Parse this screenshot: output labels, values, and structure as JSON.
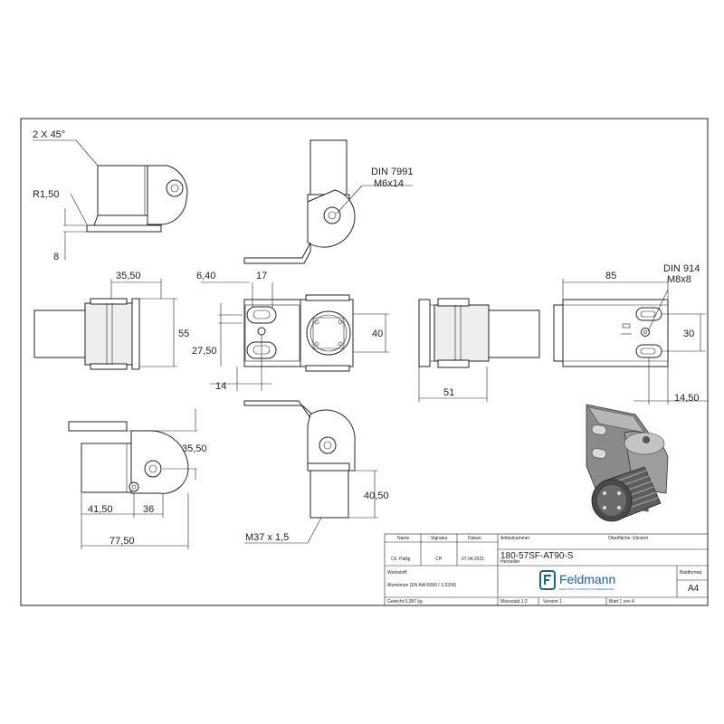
{
  "dimensions": {
    "chamfer": "2 X 45°",
    "radius": "R1,50",
    "thickness": "8",
    "din7991": "DIN 7991",
    "screw_m6": "M6x14",
    "width_3550": "35,50",
    "height_55": "55",
    "d_640": "6,40",
    "d_17": "17",
    "d_2750": "27,50",
    "d_14": "14",
    "d_40": "40",
    "d_51": "51",
    "d_85": "85",
    "din914": "DIN 914",
    "screw_m8": "M8x8",
    "d_30": "30",
    "d_1450": "14,50",
    "d_3550b": "35,50",
    "d_4150": "41,50",
    "d_36": "36",
    "d_7750": "77,50",
    "d_4050": "40,50",
    "thread": "M37 x 1,5"
  },
  "title_block": {
    "name_label": "Name",
    "signature_label": "Signatur",
    "date_label": "Datum",
    "article_label": "Artikelnummer",
    "surface_label": "Oberfläche: Eloxiert",
    "name_value": "Ch. Pallig",
    "signature_value": "CH",
    "date_value": "07.04.2021",
    "article_number": "180-57SF-AT90-S",
    "manufacturer_label": "Hersteller",
    "material_label": "Werkstoff:",
    "material_value": "Aluminium (EN AW-6060 / 3.3206)",
    "company": "Feldmann",
    "company_tagline": "EDELSTAHL ALUMINIUM SCHMIEDEEISEN",
    "format_label": "Blattformat",
    "format_value": "A4",
    "weight": "Gewicht 0,387 kg",
    "scale": "Massstab 1:2",
    "version": "Version 1",
    "sheet": "Blatt 1 von 4"
  },
  "logo_icon": "feldmann-f-logo-icon",
  "colors": {
    "logo_blue": "#1d5fa8",
    "line": "#222222"
  }
}
